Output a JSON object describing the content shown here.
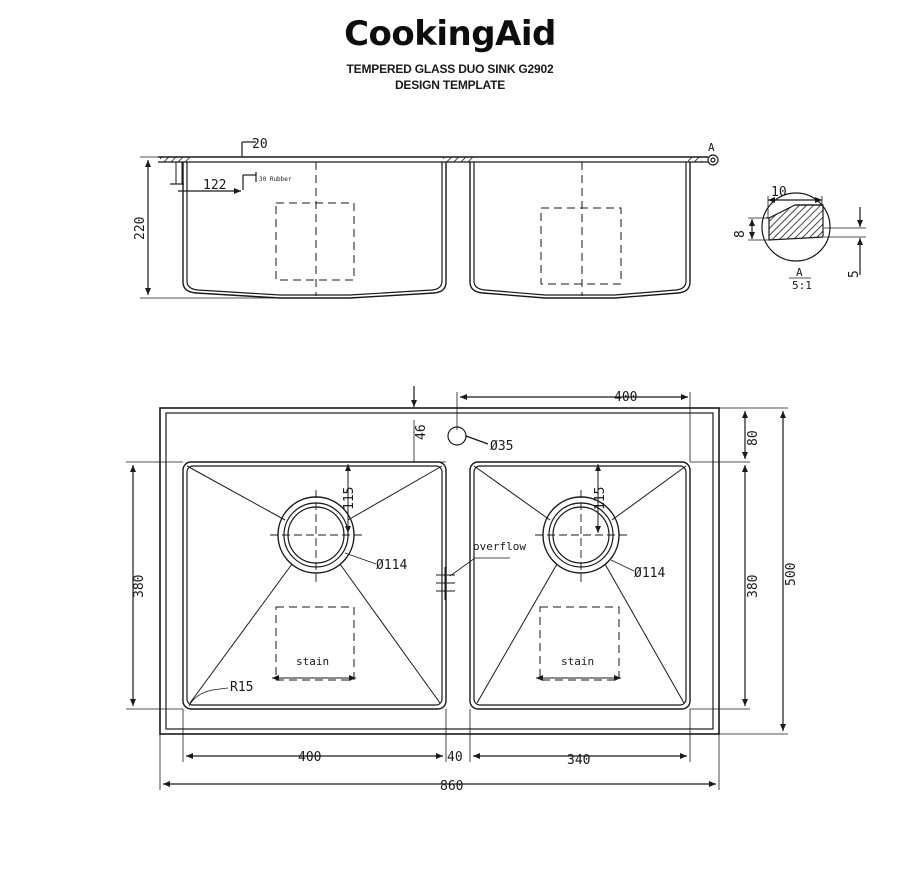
{
  "header": {
    "brand": "CookingAid",
    "title_line1": "TEMPERED GLASS DUO SINK G2902",
    "title_line2": "DESIGN TEMPLATE"
  },
  "side_view": {
    "dim_20": "20",
    "dim_122": "122",
    "dim_220": "220",
    "tiny_note": "30 Rubber",
    "section_marker": "A"
  },
  "detail_view": {
    "dim_10": "10",
    "dim_8": "8",
    "dim_5": "5",
    "label": "A",
    "scale": "5:1"
  },
  "top_view": {
    "dim_400_top": "400",
    "dim_46": "46",
    "dim_35": "Ø35",
    "dim_80": "80",
    "dim_500": "500",
    "dim_380_left": "380",
    "dim_380_right": "380",
    "dim_115_left": "115",
    "dim_115_right": "115",
    "drain_left": "Ø114",
    "drain_right": "Ø114",
    "overflow": "overflow",
    "stain_left": "stain",
    "stain_right": "stain",
    "radius": "R15",
    "dim_400_bottom": "400",
    "dim_40": "40",
    "dim_340": "340",
    "dim_860": "860"
  }
}
